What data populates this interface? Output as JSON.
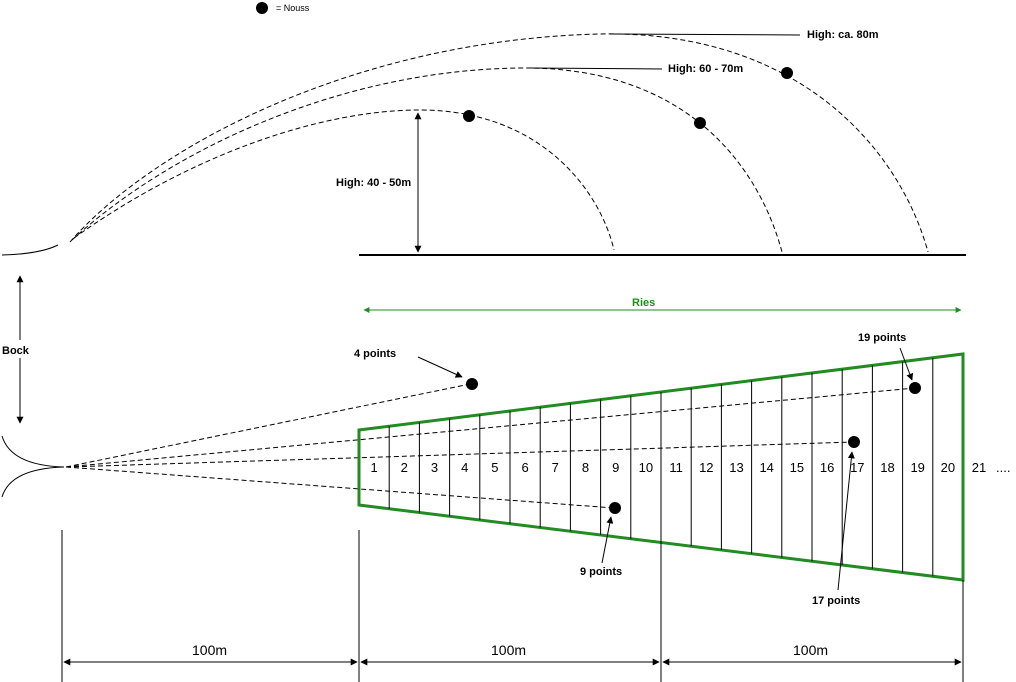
{
  "legend": {
    "marker_label": "= Nouss"
  },
  "heights": {
    "high_80": "High: ca. 80m",
    "high_60_70": "High: 60 - 70m",
    "high_40_50": "High: 40 - 50m"
  },
  "labels": {
    "ries": "Ries",
    "bock": "Bock"
  },
  "zones": [
    "1",
    "2",
    "3",
    "4",
    "5",
    "6",
    "7",
    "8",
    "9",
    "10",
    "11",
    "12",
    "13",
    "14",
    "15",
    "16",
    "17",
    "18",
    "19",
    "20",
    "21"
  ],
  "zones_more": "....",
  "points": {
    "p4": "4 points",
    "p9": "9 points",
    "p17": "17 points",
    "p19": "19 points"
  },
  "distances": [
    "100m",
    "100m",
    "100m"
  ],
  "colors": {
    "field": "#228b22",
    "ink": "#000000"
  }
}
